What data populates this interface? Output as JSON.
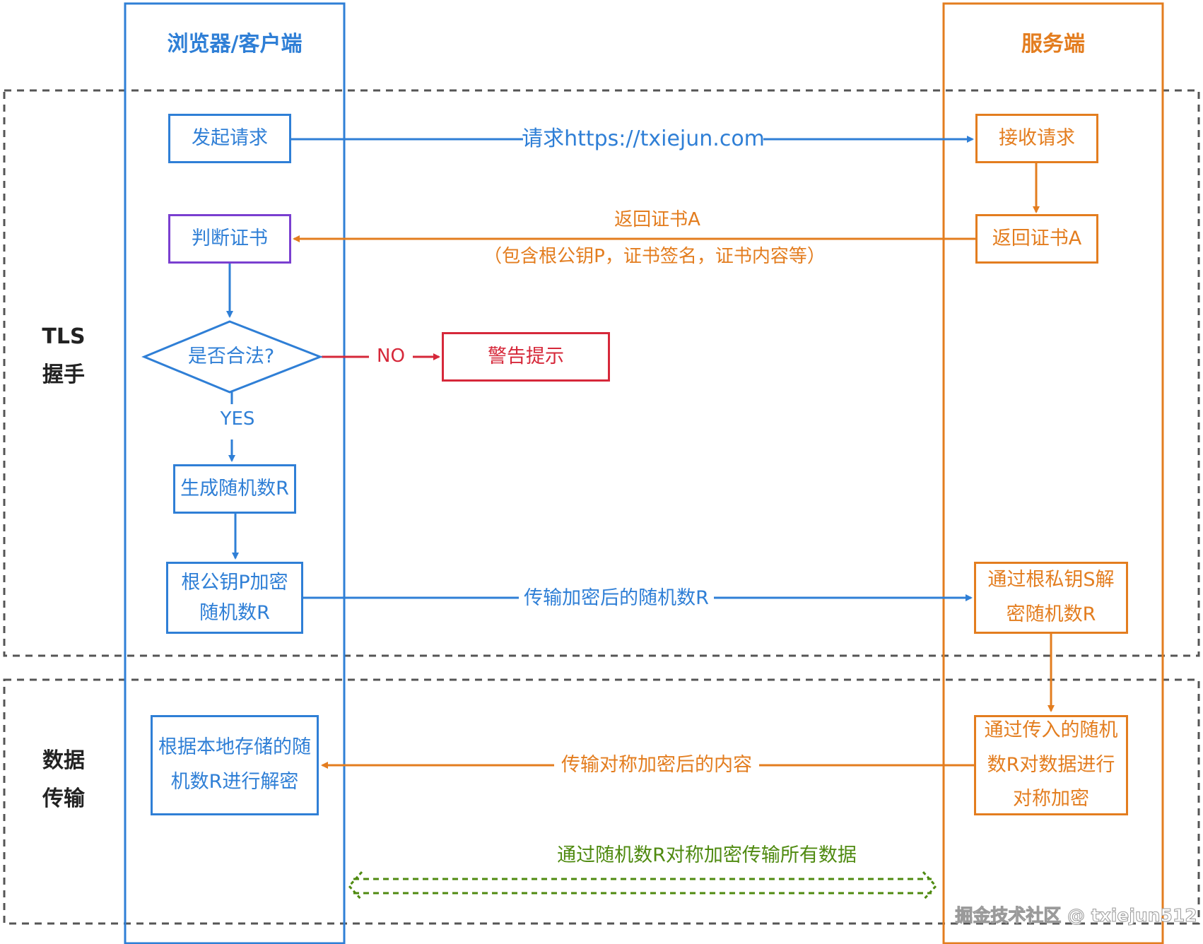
{
  "lanes": {
    "client": "浏览器/客户端",
    "server": "服务端"
  },
  "phases": {
    "tls_line1": "TLS",
    "tls_line2": "握手",
    "data_line1": "数据",
    "data_line2": "传输"
  },
  "client_nodes": {
    "send_request": "发起请求",
    "verify_cert": "判断证书",
    "is_valid": "是否合法?",
    "gen_random": "生成随机数R",
    "encrypt_random": "根公钥P加密随机数R",
    "decrypt_content": "根据本地存储的随机数R进行解密"
  },
  "server_nodes": {
    "receive_request": "接收请求",
    "return_cert": "返回证书A",
    "decrypt_random": "通过根私钥S解密随机数R",
    "sym_encrypt": "通过传入的随机数R对数据进行对称加密"
  },
  "warning_node": "警告提示",
  "edges": {
    "request_url": "请求https://txiejun.com",
    "return_cert_line1": "返回证书A",
    "return_cert_line2": "（包含根公钥P，证书签名，证书内容等）",
    "no": "NO",
    "yes": "YES",
    "send_encrypted_random": "传输加密后的随机数R",
    "send_sym_content": "传输对称加密后的内容",
    "all_data": "通过随机数R对称加密传输所有数据"
  },
  "watermark": "掘金技术社区 @ txiejun512",
  "colors": {
    "client": "#2f7fd6",
    "server": "#e37d1f",
    "verify": "#7a3fd0",
    "warning": "#d6283a",
    "data": "#4f8a10",
    "phase_border": "#555555"
  }
}
